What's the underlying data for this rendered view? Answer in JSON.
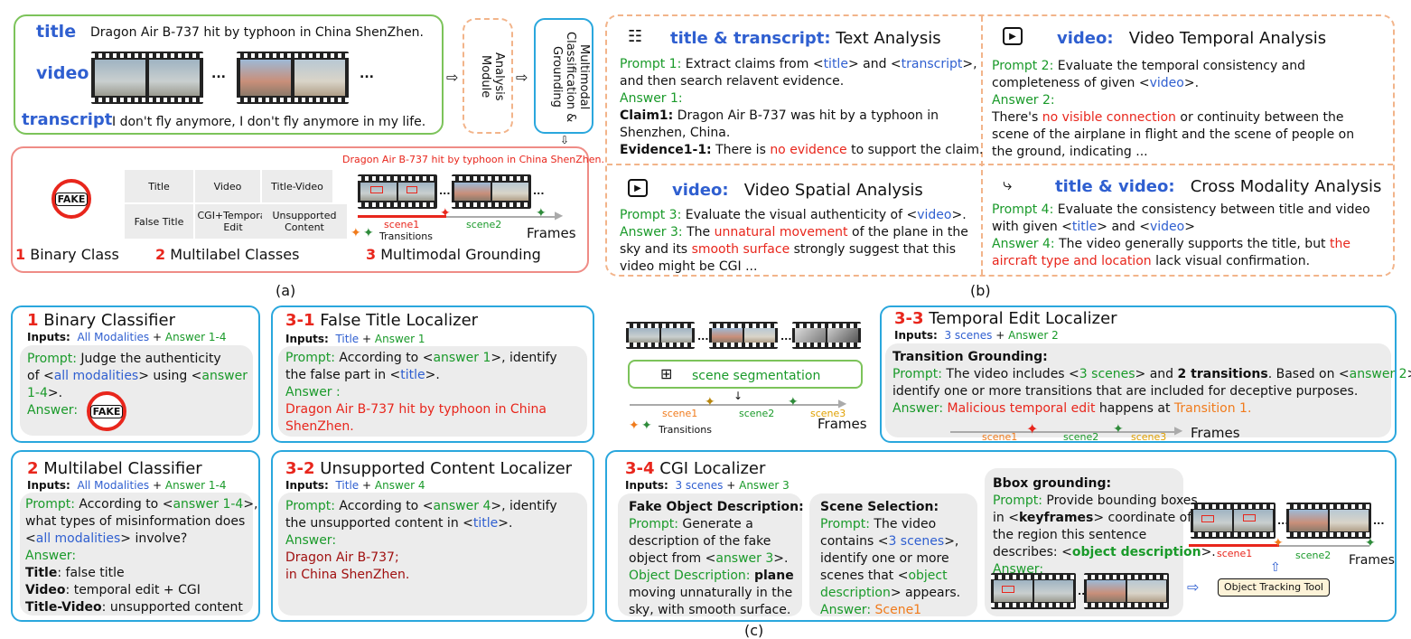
{
  "a": {
    "title_key": "title",
    "title_text": "Dragon Air B-737 hit by typhoon in China ShenZhen.",
    "video_key": "video",
    "ellipsis": "...",
    "transcript_key": "transcript",
    "transcript_text": "I don't fly anymore, I don't fly anymore in my life.",
    "analysis_module": "Analysis Module",
    "multimodal_cls": "Multimodal Classification & Grounding",
    "headline_pre": "Dragon Air B-737 ",
    "headline_hit": "hit by typhoon",
    "headline_post": " in China ShenZhen.",
    "fake_stamp": "FAKE",
    "table": [
      [
        "Title",
        "Video",
        "Title-Video"
      ],
      [
        "False Title",
        "CGI+Temporal Edit",
        "Unsupported Content"
      ]
    ],
    "scene1": "scene1",
    "scene2": "scene2",
    "transitions": "Transitions",
    "frames": "Frames",
    "n1": "1",
    "l1": "Binary Class",
    "n2": "2",
    "l2": "Multilabel Classes",
    "n3": "3",
    "l3": "Multimodal Grounding",
    "caption": "(a)"
  },
  "b": {
    "q1_head_key": "title & transcript:",
    "q1_head": "Text Analysis",
    "q1_p_label": "Prompt 1:",
    "q1_p1": "Extract claims from <",
    "q1_title": "title",
    "q1_p2": "> and <",
    "q1_transcript": "transcript",
    "q1_p3": ">,",
    "q1_p4": "and then search relavent evidence.",
    "q1_a_label": "Answer 1:",
    "q1_claim_label": "Claim1:",
    "q1_claim": "Dragon Air B-737 was hit by a typhoon in",
    "q1_claim2": "Shenzhen, China.",
    "q1_ev_label": "Evidence1-1:",
    "q1_ev1": "There is ",
    "q1_ev_red": "no evidence",
    "q1_ev2": " to support the claim.",
    "q2_head_key": "video:",
    "q2_head": "Video Temporal Analysis",
    "q2_p_label": "Prompt 2:",
    "q2_p1": "Evaluate the temporal consistency and",
    "q2_p2": "completeness of given <",
    "q2_video": "video",
    "q2_p3": ">.",
    "q2_a_label": "Answer 2:",
    "q2_a1": "There's ",
    "q2_a_red": "no visible connection",
    "q2_a2": " or continuity between the",
    "q2_a3": "scene of the airplane in flight and the scene of people on",
    "q2_a4": "the ground, indicating ...",
    "q3_head_key": "video:",
    "q3_head": "Video Spatial Analysis",
    "q3_p_label": "Prompt 3:",
    "q3_p1": "Evaluate the visual authenticity of <",
    "q3_video": "video",
    "q3_p2": ">.",
    "q3_a_label": "Answer 3:",
    "q3_a1": "The ",
    "q3_a_red1": "unnatural movement",
    "q3_a2": " of the plane in the",
    "q3_a3": "sky and its ",
    "q3_a_red2": "smooth surface",
    "q3_a4": " strongly suggest that this",
    "q3_a5": "video might be CGI ...",
    "q4_head_key": "title & video:",
    "q4_head": "Cross Modality Analysis",
    "q4_p_label": "Prompt 4:",
    "q4_p1": "Evaluate the consistency between title and video",
    "q4_p2": "with given <",
    "q4_title": "title",
    "q4_p3": "> and <",
    "q4_video": "video",
    "q4_p4": ">",
    "q4_a_label": "Answer 4:",
    "q4_a1": "The video generally supports the title, but ",
    "q4_a_red1": "the",
    "q4_a_red2": "aircraft type and location",
    "q4_a2": " lack visual confirmation.",
    "caption": "(b)"
  },
  "c": {
    "bin_n": "1",
    "bin_title": "Binary Classifier",
    "inputs": "Inputs:",
    "all_modalities": "All Modalities",
    "plus": "+",
    "answer_1_4": "Answer 1-4",
    "prompt": "Prompt:",
    "answer": "Answer:",
    "bin_p1": "Judge the authenticity",
    "bin_p2": "of <",
    "bin_all": "all modalities",
    "bin_p3": "> using <",
    "bin_ans": "answer",
    "bin_ans2": "1-4",
    "bin_p4": ">.",
    "ml_n": "2",
    "ml_title": "Multilabel Classifier",
    "ml_p1": "According to <",
    "ml_ans": "answer 1-4",
    "ml_p2": ">,",
    "ml_p3": "what types of misinformation does",
    "ml_p4": "<",
    "ml_all": "all modalities",
    "ml_p5": "> involve?",
    "ml_t_label": "Title",
    "ml_t": ": false title",
    "ml_v_label": "Video",
    "ml_v": ": temporal edit + CGI",
    "ml_tv_label": "Title-Video",
    "ml_tv": ": unsupported content",
    "ft_n": "3-1",
    "ft_title": "False Title Localizer",
    "title_in": "Title",
    "answer_1": "Answer 1",
    "ft_p1": "According to <",
    "ft_ans": "answer 1",
    "ft_p2": ">, identify",
    "ft_p3": "the false part in <",
    "ft_title_in": "title",
    "ft_p4": ">.",
    "answer_colon": "Answer :",
    "ft_a1": "Dragon Air B-737 hit by typhoon in China",
    "ft_a2": "ShenZhen.",
    "uc_n": "3-2",
    "uc_title": "Unsupported Content Localizer",
    "answer_4": "Answer 4",
    "uc_p1": "According to <",
    "uc_ans": "answer 4",
    "uc_p2": ">, identify",
    "uc_p3": "the unsupported content in <",
    "uc_title_in": "title",
    "uc_p4": ">.",
    "uc_a1": "Dragon Air B-737;",
    "uc_a2": "in China ShenZhen.",
    "seg_label": "scene segmentation",
    "scene1": "scene1",
    "scene2": "scene2",
    "scene3": "scene3",
    "transitions": "Transitions",
    "frames": "Frames",
    "te_n": "3-3",
    "te_title": "Temporal Edit Localizer",
    "three_scenes": "3 scenes",
    "answer_2": "Answer 2",
    "te_tg": "Transition Grounding:",
    "te_p1": "The video includes <",
    "te_scenes": "3 scenes",
    "te_p2": "> and ",
    "te_trans": "2 transitions",
    "te_p3": ". Based on <",
    "te_ans": "answer 2",
    "te_p4": ">,",
    "te_p5": "identify one or more transitions that are included for deceptive purposes.",
    "te_a_red": "Malicious temporal edit",
    "te_a2": " happens at ",
    "te_a_or": "Transition 1.",
    "cgi_n": "3-4",
    "cgi_title": "CGI Localizer",
    "answer_3": "Answer 3",
    "fod_title": "Fake Object Description:",
    "fod_p1": "Generate a",
    "fod_p2": "description of the fake",
    "fod_p3": "object from <",
    "fod_ans": "answer 3",
    "fod_p4": ">.",
    "fod_od": "Object Description:",
    "fod_plane": "plane",
    "fod_a2": "moving unnaturally in the",
    "fod_a3": "sky, with smooth surface.",
    "ss_title": "Scene Selection:",
    "ss_p1": "The video",
    "ss_p2": "contains <",
    "ss_scenes": "3 scenes",
    "ss_p3": ">,",
    "ss_p4": "identify one or more",
    "ss_p5": "scenes that <",
    "ss_obj": "object",
    "ss_desc": "description",
    "ss_p6": "> appears.",
    "ss_scene1": "Scene1",
    "bb_title": "Bbox grounding:",
    "bb_p1": "Provide bounding boxes",
    "bb_p2": "in <",
    "bb_kf": "keyframes",
    "bb_p3": "> coordinate of",
    "bb_p4": "the region this sentence",
    "bb_p5": "describes: <",
    "bb_od": "object description",
    "bb_p6": ">.",
    "tracking": "Object Tracking Tool",
    "caption": "(c)"
  }
}
